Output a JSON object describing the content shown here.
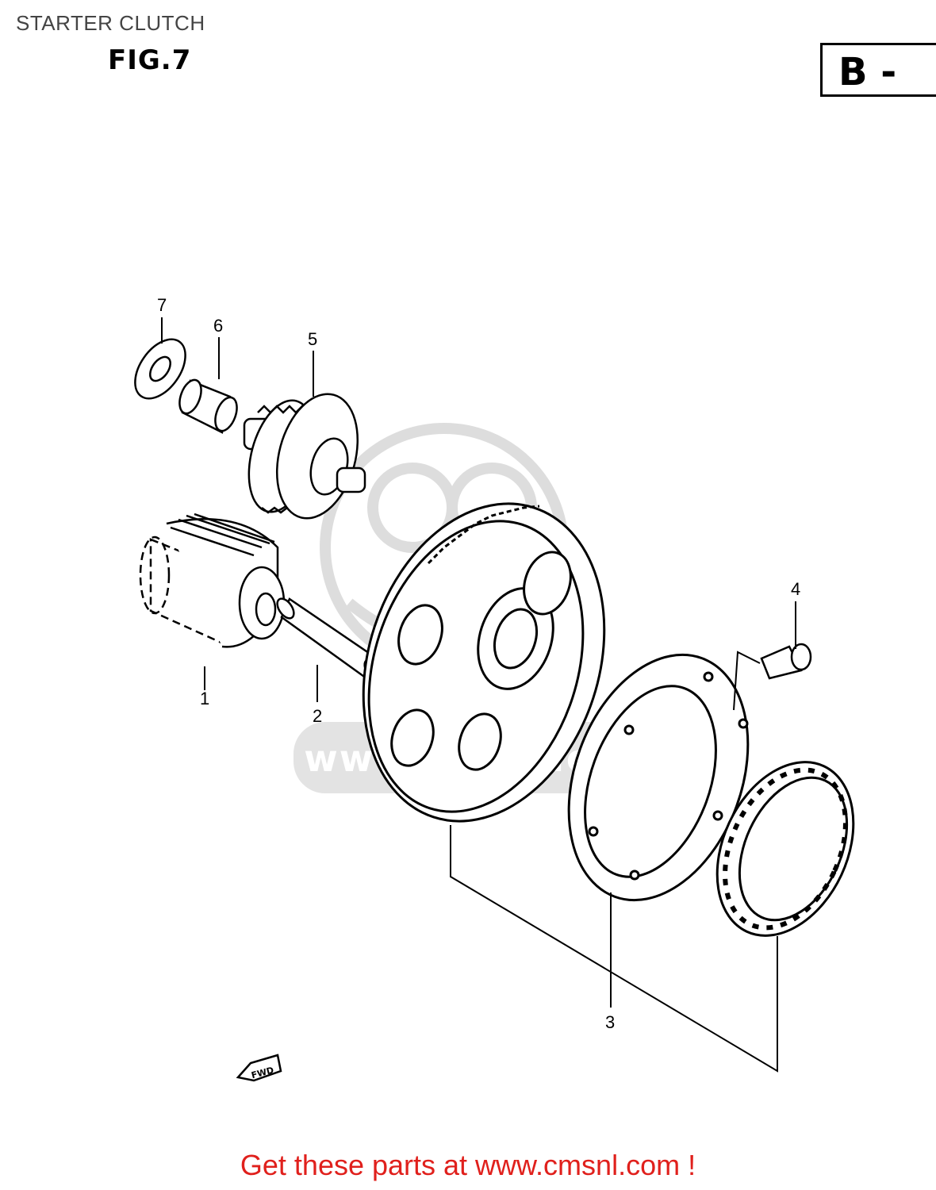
{
  "header": {
    "title": "STARTER CLUTCH",
    "figure": "FIG.7",
    "section": "B -"
  },
  "diagram": {
    "callouts": [
      "1",
      "2",
      "3",
      "4",
      "5",
      "6",
      "7"
    ],
    "fwd_label": "FWD",
    "watermark": "www.cmsnl.com"
  },
  "footer": {
    "cta": "Get these parts at www.cmsnl.com !"
  },
  "colors": {
    "line": "#000000",
    "cta": "#e0201c",
    "watermark": "#d8d8d8"
  }
}
